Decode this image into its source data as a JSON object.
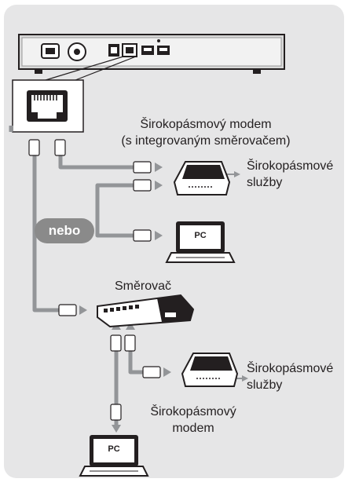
{
  "labels": {
    "modem_router_line1": "Širokopásmový modem",
    "modem_router_line2": "(s integrovaným směrovačem)",
    "broadband_services_top_line1": "Širokopásmové",
    "broadband_services_top_line2": "služby",
    "or": "nebo",
    "pc_top": "PC",
    "router": "Směrovač",
    "broadband_services_bottom_line1": "Širokopásmové",
    "broadband_services_bottom_line2": "služby",
    "modem_bottom_line1": "Širokopásmový",
    "modem_bottom_line2": "modem",
    "pc_bottom": "PC"
  },
  "colors": {
    "panel_bg": "#e6e6e7",
    "cable": "#939598",
    "device_dark": "#231f20",
    "or_badge": "#8a8a8a"
  }
}
